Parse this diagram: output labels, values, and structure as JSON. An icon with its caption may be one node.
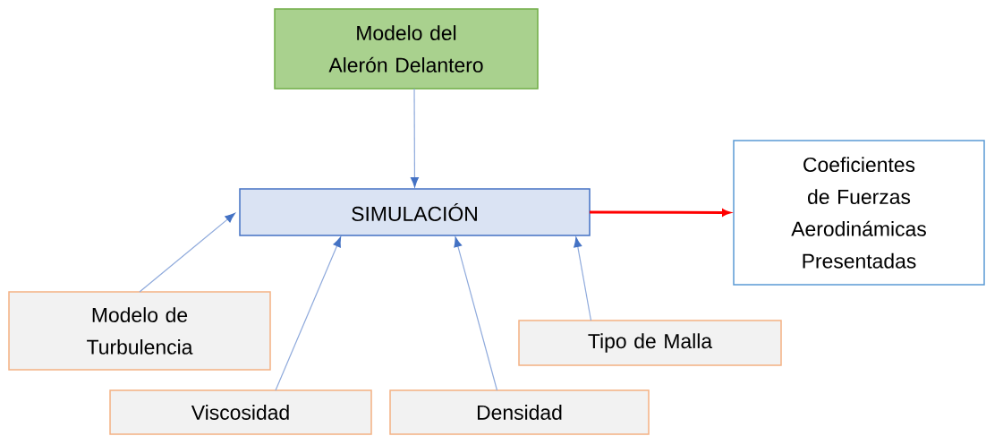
{
  "diagram": {
    "nodes": [
      {
        "text": [
          "Modelo del Alerón Delantero"
        ]
      },
      {
        "text": [
          "SIMULACIÓN"
        ]
      },
      {
        "text": [
          "Coeficientes de Fuerzas Aerodinámicas Presentadas"
        ]
      },
      {
        "text": [
          "Modelo de Turbulencia"
        ]
      },
      {
        "text": [
          "Tipo de Malla"
        ]
      },
      {
        "text": [
          "Viscosidad"
        ]
      },
      {
        "text": [
          "Densidad"
        ]
      }
    ],
    "edges": [
      {
        "from": 0,
        "to": 1,
        "arrow": "to"
      },
      {
        "from": 1,
        "to": 2,
        "arrow": "to",
        "style": "thick",
        "color": "#ff0000"
      },
      {
        "from": 3,
        "to": 1,
        "arrow": "to"
      },
      {
        "from": 4,
        "to": 1,
        "arrow": "to"
      },
      {
        "from": 5,
        "to": 1,
        "arrow": "to"
      },
      {
        "from": 6,
        "to": 1,
        "arrow": "to"
      }
    ]
  }
}
